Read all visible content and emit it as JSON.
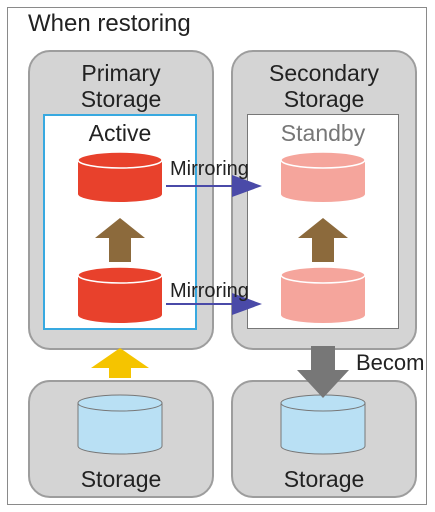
{
  "title": "When restoring",
  "primary": {
    "title_line1": "Primary",
    "title_line2": "Storage",
    "box_label": "Active"
  },
  "secondary": {
    "title_line1": "Secondary",
    "title_line2": "Storage",
    "box_label": "Standby"
  },
  "mirror_top": "Mirroring",
  "mirror_bottom": "Mirroring",
  "become_label": "Becom",
  "bottom_left_label": "Storage",
  "bottom_right_label": "Storage",
  "colors": {
    "active_disk": "#e8412c",
    "standby_disk": "#f5a59c",
    "storage_disk": "#b9e0f4",
    "mirror_arrow": "#4a4aa8",
    "up_arrow_brown": "#8c6a3c",
    "up_arrow_yellow": "#f5c400",
    "down_arrow_gray": "#777777",
    "active_border": "#38a9e0"
  }
}
